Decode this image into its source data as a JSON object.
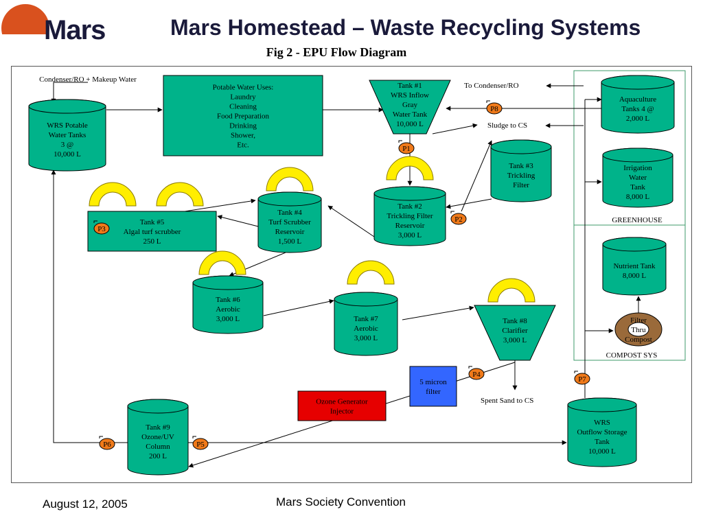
{
  "header": {
    "logo_text": "Mars",
    "title": "Mars Homestead – Waste Recycling Systems",
    "subtitle": "Fig 2 - EPU Flow Diagram"
  },
  "diagram": {
    "nodes": {
      "wrs_potable": [
        "WRS Potable",
        "Water Tanks",
        "3 @",
        "10,000 L"
      ],
      "potable_uses": [
        "Potable Water Uses:",
        "Laundry",
        "Cleaning",
        "Food Preparation",
        "Drinking",
        "Shower,",
        "Etc."
      ],
      "tank1": [
        "Tank #1",
        "WRS Inflow",
        "Gray",
        "Water Tank",
        "10,000 L"
      ],
      "aquaculture": [
        "Aquaculture",
        "Tanks 4 @",
        "2,000 L"
      ],
      "irrigation": [
        "Irrigation",
        "Water",
        "Tank",
        "8,000 L"
      ],
      "tank3": [
        "Tank #3",
        "Trickling",
        "Filter"
      ],
      "tank2": [
        "Tank #2",
        "Trickling Filter",
        "Reservoir",
        "3,000 L"
      ],
      "tank4": [
        "Tank #4",
        "Turf Scrubber",
        "Reservoir",
        "1,500 L"
      ],
      "tank5": [
        "Tank #5",
        "Algal turf scrubber",
        "250 L"
      ],
      "tank6": [
        "Tank #6",
        "Aerobic",
        "3,000 L"
      ],
      "tank7": [
        "Tank #7",
        "Aerobic",
        "3,000 L"
      ],
      "tank8": [
        "Tank #8",
        "Clarifier",
        "3,000 L"
      ],
      "nutrient": [
        "Nutrient Tank",
        "8,000 L"
      ],
      "filter_compost": [
        "Filter",
        "Thru",
        "Compost"
      ],
      "micron_filter": [
        "5 micron",
        "filter"
      ],
      "ozone": [
        "Ozone Generator",
        "Injector"
      ],
      "tank9": [
        "Tank #9",
        "Ozone/UV",
        "Column",
        "200 L"
      ],
      "wrs_outflow": [
        "WRS",
        "Outflow Storage",
        "Tank",
        "10,000 L"
      ]
    },
    "labels": {
      "condenser_makeup": "Condenser/RO + Makeup Water",
      "to_condenser": "To Condenser/RO",
      "sludge": "Sludge to CS",
      "spent_sand": "Spent Sand to CS",
      "greenhouse": "GREENHOUSE",
      "compost_sys": "COMPOST SYS"
    },
    "pumps": [
      "P1",
      "P2",
      "P3",
      "P4",
      "P5",
      "P6",
      "P7",
      "P8"
    ],
    "colors": {
      "tank_fill": "#00b38a",
      "pump_fill": "#f07a1a",
      "lamp_fill": "#ffee00",
      "ozone_fill": "#e60000",
      "filter_fill": "#3366ff",
      "compost_fill": "#9a6a3a",
      "zone_border": "#3c9a6a"
    }
  },
  "footer": {
    "date": "August 12, 2005",
    "event": "Mars Society Convention"
  }
}
